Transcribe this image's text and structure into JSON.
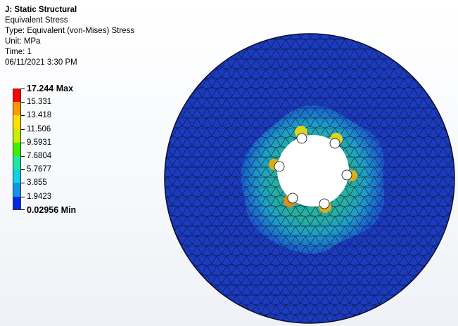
{
  "info": {
    "title": "J: Static Structural",
    "result_name": "Equivalent Stress",
    "type": "Type: Equivalent (von-Mises) Stress",
    "unit": "Unit: MPa",
    "time": "Time: 1",
    "date": "06/11/2021 3:30 PM"
  },
  "legend": {
    "labels": [
      "17.244 Max",
      "15.331",
      "13.418",
      "11.506",
      "9.5931",
      "7.6804",
      "5.7677",
      "3.855",
      "1.9423"
    ],
    "min_label": "0.02956 Min",
    "colors": [
      "#ff0000",
      "#ff9900",
      "#ffe000",
      "#c8f000",
      "#3cf000",
      "#1fe8a0",
      "#10d2e6",
      "#1496e6",
      "#0028e6"
    ]
  },
  "model": {
    "outer_color": "#1b3cbf",
    "inner_color": "#2aa6a6",
    "hotspot_color": "#ff9a00",
    "mesh_color": "#0b0b2a",
    "hole_color": "#ffffff"
  }
}
